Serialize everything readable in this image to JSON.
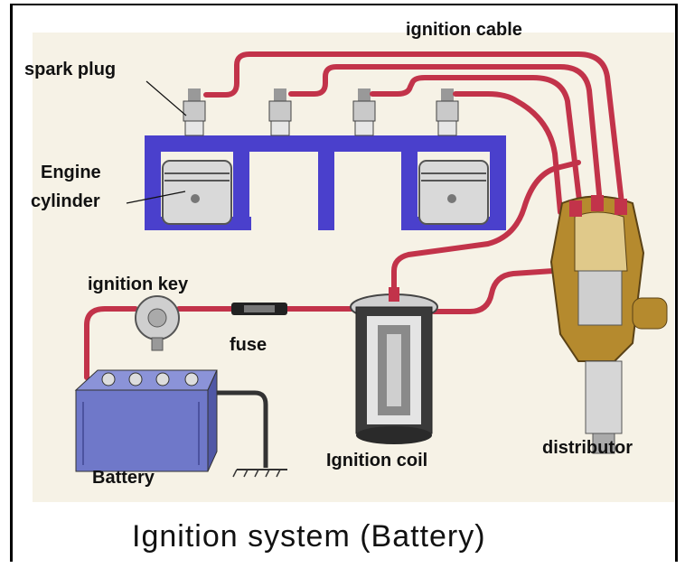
{
  "labels": {
    "ignition_cable": "ignition cable",
    "spark_plug": "spark plug",
    "engine_cylinder_line1": "Engine",
    "engine_cylinder_line2": "cylinder",
    "ignition_key": "ignition key",
    "fuse": "fuse",
    "battery": "Battery",
    "ignition_coil": "Ignition coil",
    "distributor": "distributor"
  },
  "title": "Ignition system (Battery)",
  "colors": {
    "cable": "#c2334a",
    "cable_dark": "#8e1f33",
    "engine_block": "#4a40cc",
    "background_panel": "#f6f2e6",
    "battery": "#6f78c9",
    "distributor": "#b58a2e"
  }
}
